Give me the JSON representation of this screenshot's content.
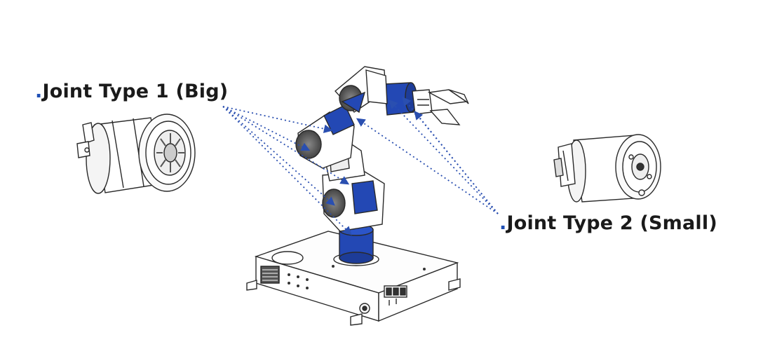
{
  "labels": {
    "joint_big": {
      "prefix": ".",
      "text": "Joint Type 1 (Big)"
    },
    "joint_small": {
      "prefix": ".",
      "text": "Joint Type 2 (Small)"
    }
  },
  "colors": {
    "accent_blue": "#2348b4",
    "line": "#2a2a2a",
    "leader": "#2a4fb0"
  },
  "icons": [
    "big-joint-motor",
    "small-joint-motor",
    "robot-arm",
    "robot-base",
    "gripper"
  ]
}
